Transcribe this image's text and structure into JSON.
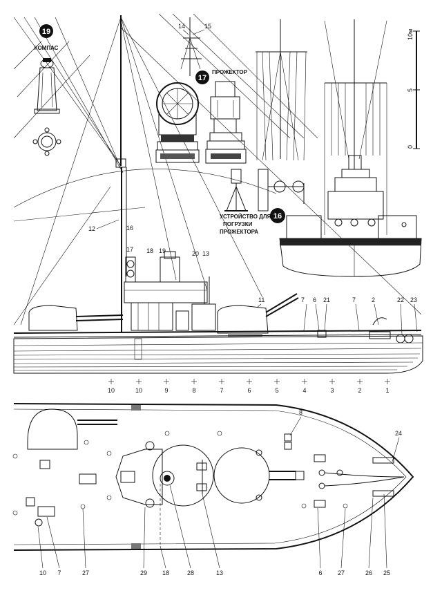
{
  "badges": {
    "compass": "19",
    "searchlight": "17",
    "loading_device": "16"
  },
  "captions": {
    "compass": "КОМПАС",
    "searchlight": "ПРОЖЕКТОР",
    "loading_line1": "УСТРОЙСТВО ДЛЯ",
    "loading_line2": "ПОГРУЗКИ",
    "loading_line3": "ПРОЖЕКТОРА"
  },
  "scale": {
    "zero": "0",
    "five": "5",
    "ten": "10м"
  },
  "mast_callouts": {
    "left": "14",
    "right": "15"
  },
  "side_callouts": [
    "12",
    "16",
    "17",
    "18",
    "19",
    "20",
    "13",
    "11",
    "7",
    "6",
    "21",
    "7",
    "2",
    "22",
    "23"
  ],
  "frame_marks": [
    "10",
    "10",
    "9",
    "8",
    "7",
    "6",
    "5",
    "4",
    "3",
    "2",
    "1"
  ],
  "plan_callouts": {
    "top_8": "8",
    "top_24": "24"
  },
  "bottom_callouts": [
    "10",
    "7",
    "27",
    "29",
    "18",
    "28",
    "13",
    "6",
    "27",
    "26",
    "25"
  ]
}
